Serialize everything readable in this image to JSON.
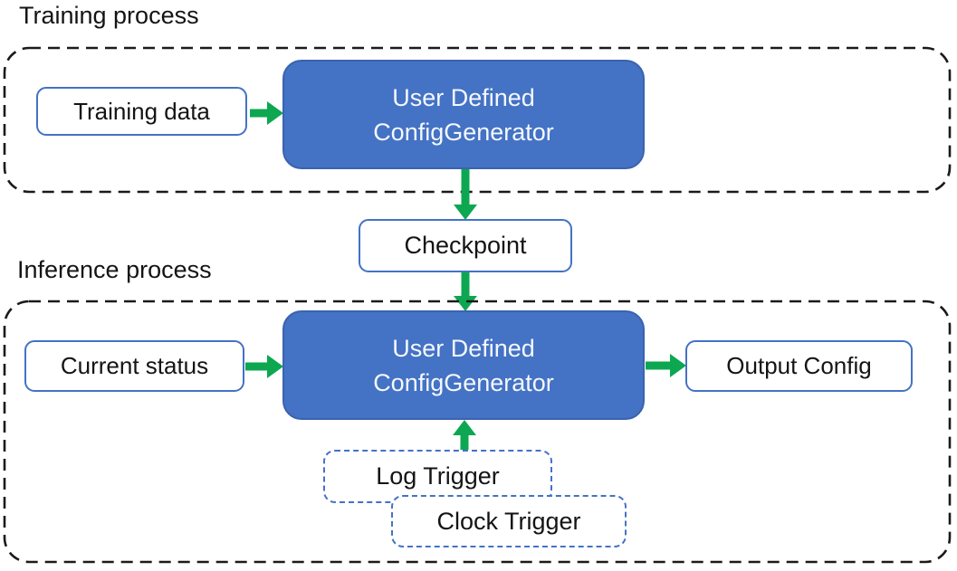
{
  "diagram": {
    "training": {
      "section_label": "Training process",
      "input_box": "Training data",
      "generator_box": {
        "line1": "User Defined",
        "line2": "ConfigGenerator"
      }
    },
    "checkpoint_box": "Checkpoint",
    "inference": {
      "section_label": "Inference process",
      "input_box": "Current status",
      "generator_box": {
        "line1": "User Defined",
        "line2": "ConfigGenerator"
      },
      "output_box": "Output Config",
      "trigger_boxes": {
        "log": "Log Trigger",
        "clock": "Clock Trigger"
      }
    },
    "colors": {
      "node_fill_blue": "#4472C4",
      "node_border_blue": "#4472C4",
      "arrow_green": "#0DA751",
      "container_dash_black": "#1a1a1a",
      "text_on_blue": "#F4F8FD",
      "text_black": "#141414"
    }
  }
}
